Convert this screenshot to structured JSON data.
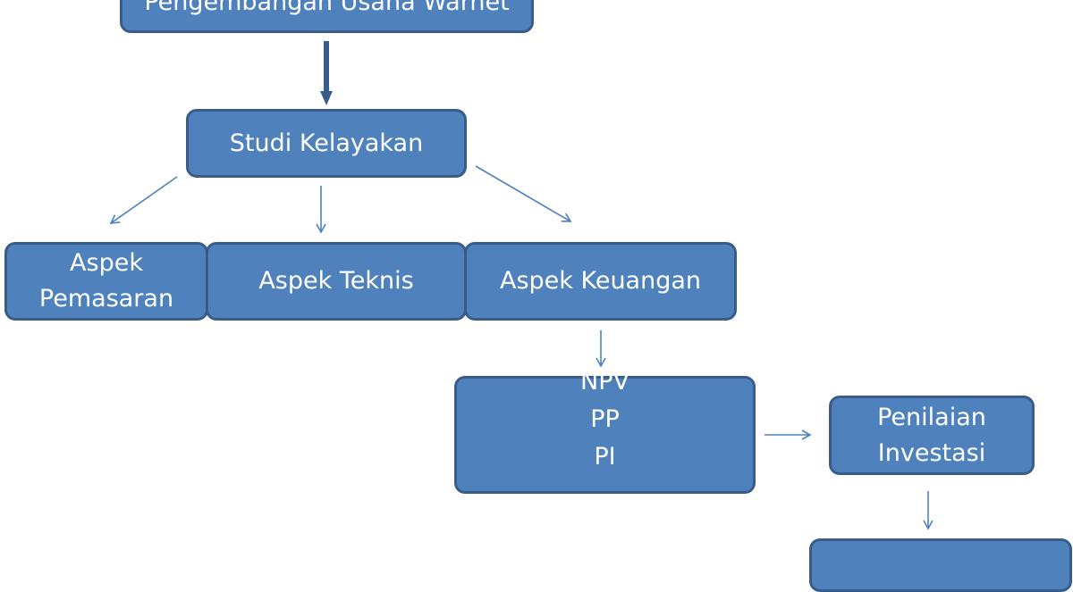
{
  "diagram": {
    "top": {
      "label": "Pengembangan Usaha Warnet"
    },
    "studi": {
      "label": "Studi Kelayakan"
    },
    "aspek_pemasaran": {
      "line1": "Aspek",
      "line2": "Pemasaran"
    },
    "aspek_teknis": {
      "label": "Aspek Teknis"
    },
    "aspek_keuangan": {
      "label": "Aspek Keuangan"
    },
    "metrics": {
      "line1": "NPV",
      "line2": "PP",
      "line3": "PI"
    },
    "penilaian": {
      "line1": "Penilaian",
      "line2": "Investasi"
    },
    "bottom": {
      "label": ""
    }
  },
  "colors": {
    "box_fill": "#4f81bd",
    "box_border": "#385d8a",
    "arrow": "#4f81bd",
    "arrow_thick": "#385d8a"
  }
}
